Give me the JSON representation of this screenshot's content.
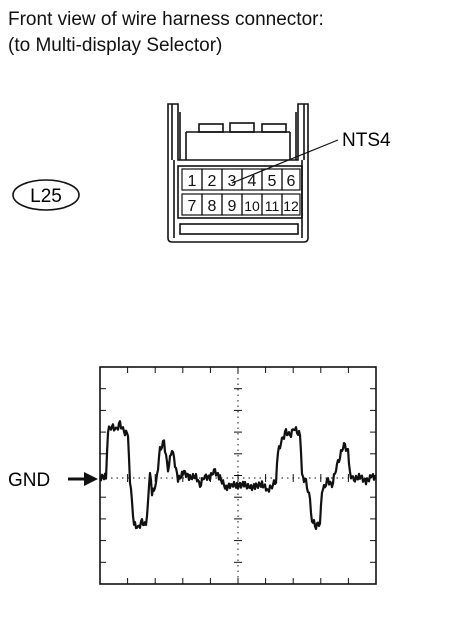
{
  "title": {
    "line1": "Front view of wire harness connector:",
    "line2": "(to Multi-display Selector)"
  },
  "connector": {
    "id": "L25",
    "terminal_label": "NTS4",
    "pins_row1": [
      "1",
      "2",
      "3",
      "4",
      "5",
      "6"
    ],
    "pins_row2": [
      "7",
      "8",
      "9",
      "10",
      "11",
      "12"
    ]
  },
  "waveform": {
    "gnd_label": "GND",
    "arrow_icon": "arrow-right-icon"
  }
}
